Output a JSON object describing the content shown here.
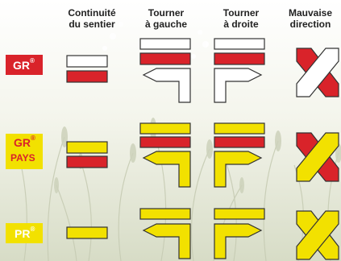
{
  "headers": {
    "continuity": "Continuité\ndu sentier",
    "turn_left": "Tourner\nà gauche",
    "turn_right": "Tourner\nà droite",
    "wrong_way": "Mauvaise\ndirection"
  },
  "rows": [
    {
      "label": "GR",
      "label_sup": "®",
      "label_color": "#d9232a",
      "colors": [
        "#ffffff",
        "#d9232a"
      ]
    },
    {
      "label": "GR",
      "label_sup": "®",
      "label_line2": "PAYS",
      "label_color": "#f2e100",
      "label_text_color": "#d9232a",
      "colors": [
        "#f2e100",
        "#d9232a"
      ]
    },
    {
      "label": "PR",
      "label_sup": "®",
      "label_color": "#f2e100",
      "colors": [
        "#f2e100"
      ]
    }
  ],
  "colors": {
    "red": "#d9232a",
    "yellow": "#f2e100",
    "white": "#ffffff",
    "stroke": "#333333"
  }
}
